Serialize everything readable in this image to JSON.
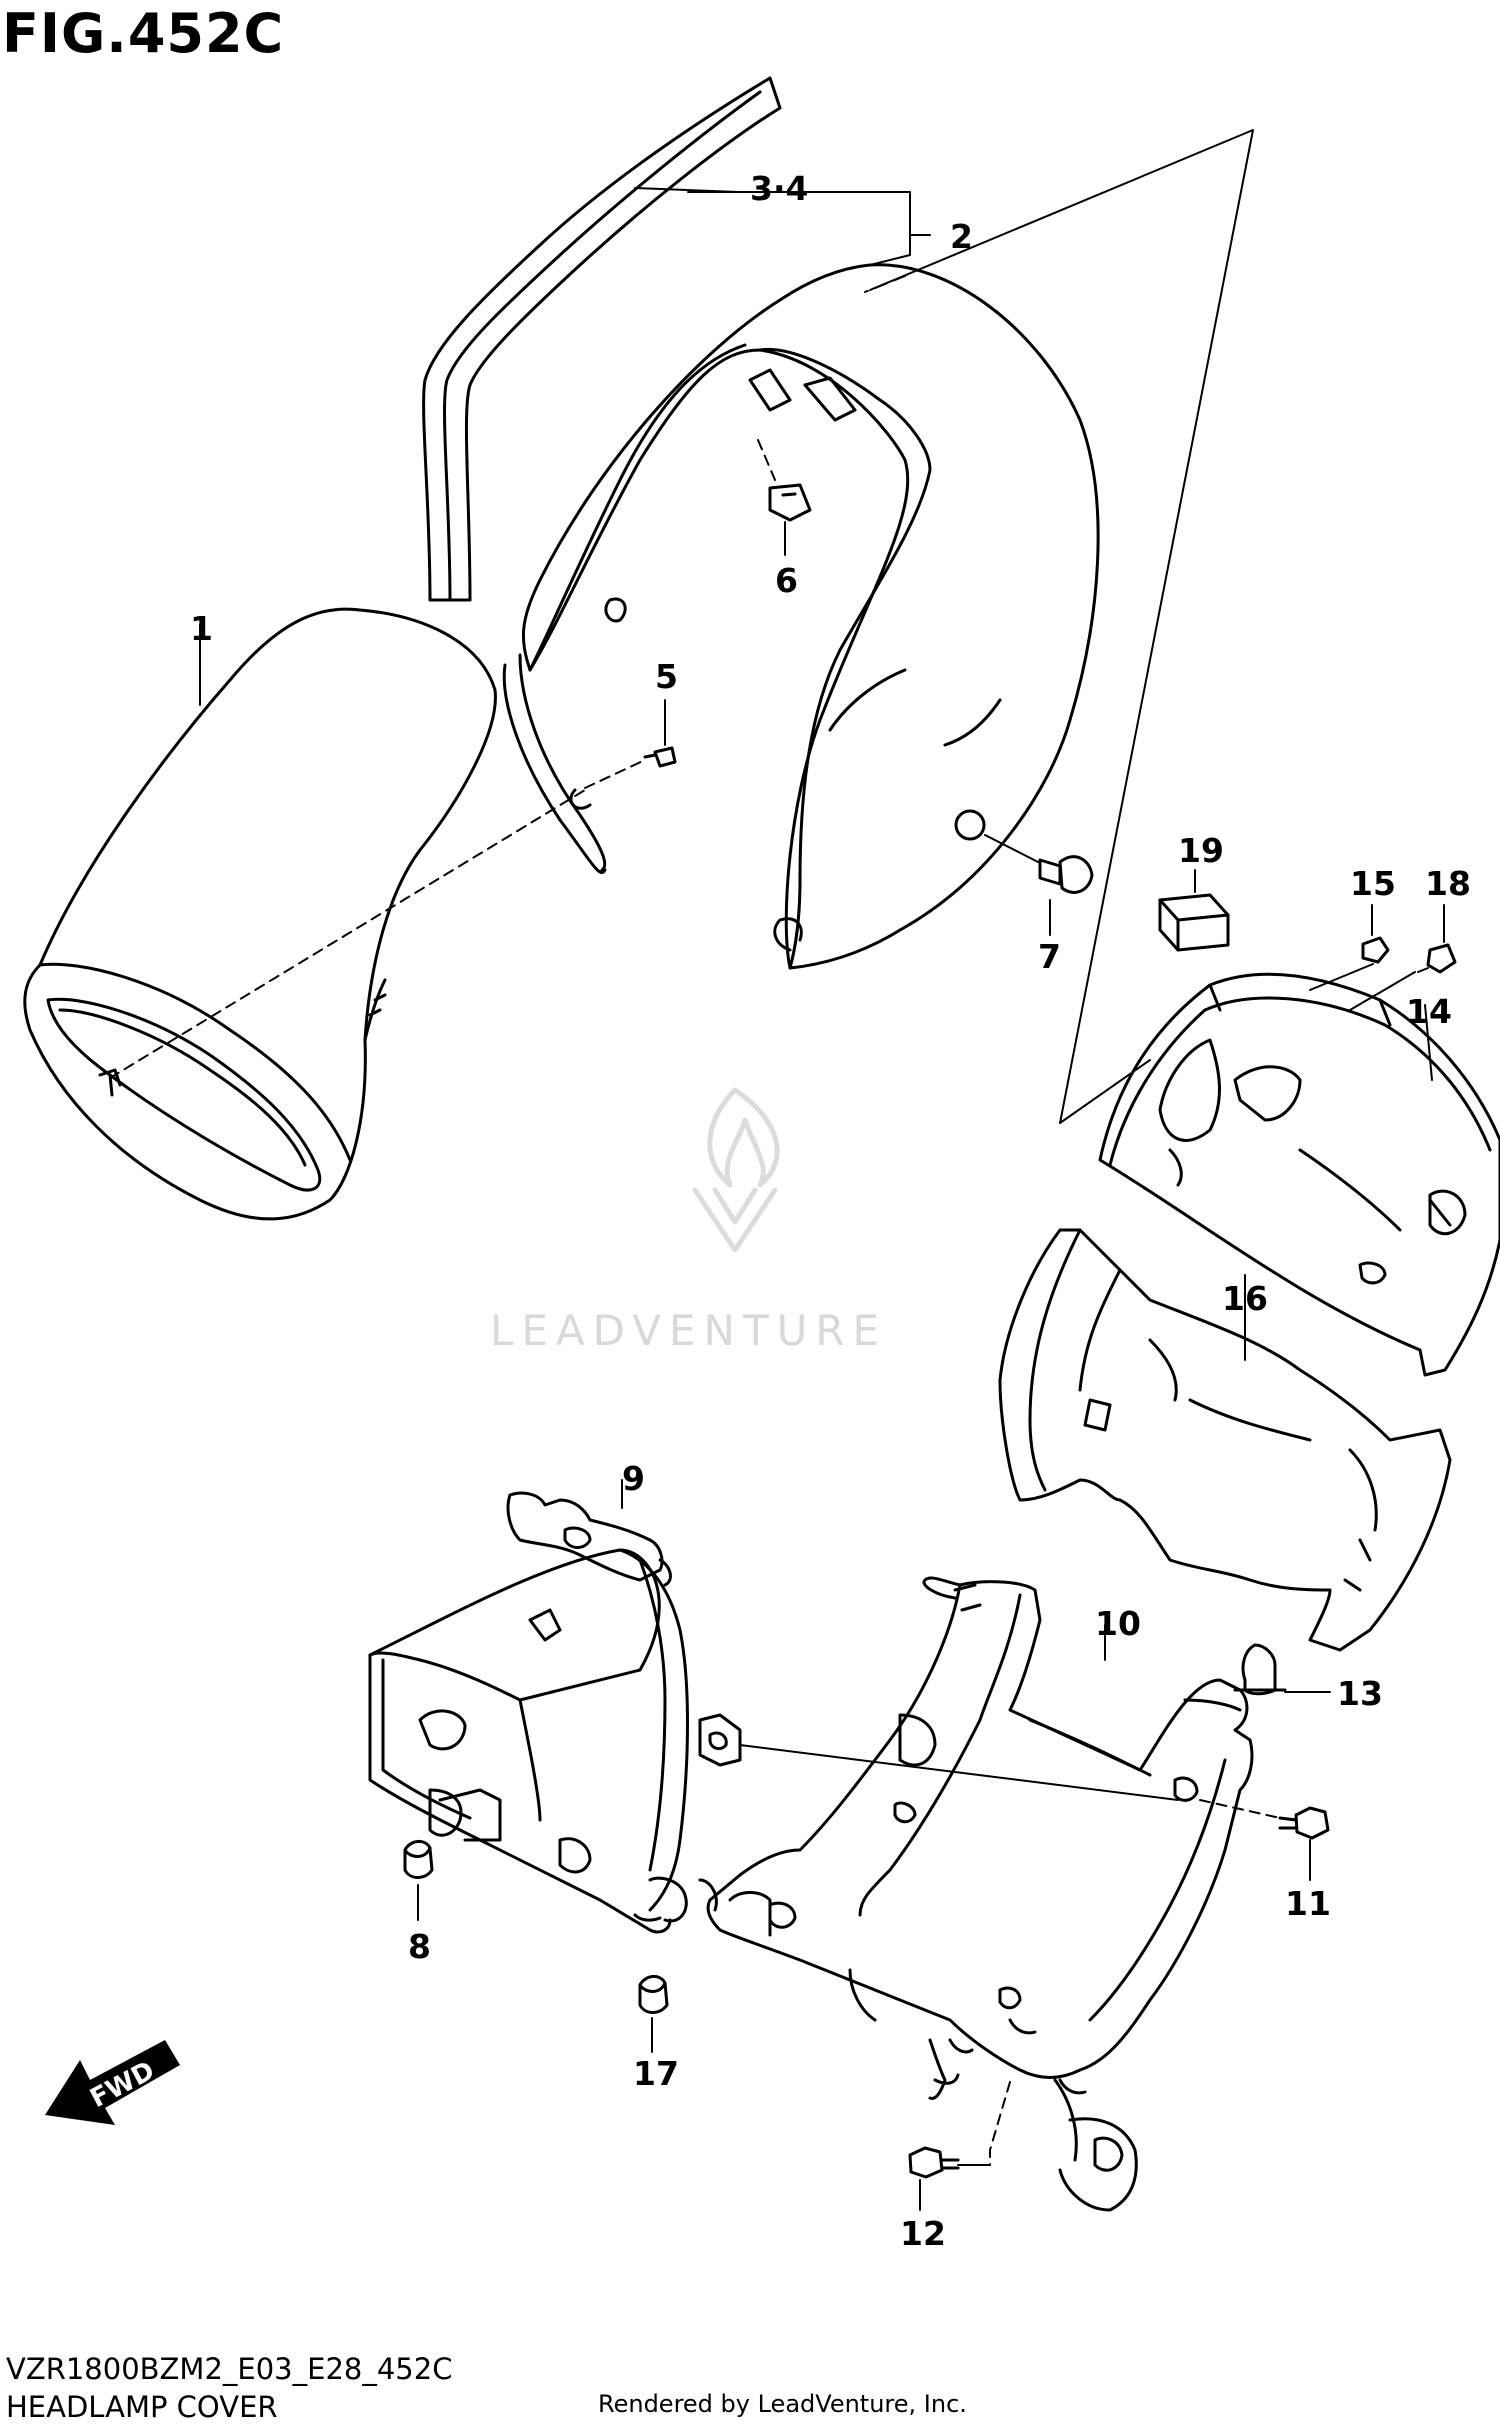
{
  "header": {
    "title": "FIG.452C"
  },
  "footer": {
    "model_code": "VZR1800BZM2_E03_E28_452C",
    "diagram_name": "HEADLAMP COVER",
    "rendered_by": "Rendered by LeadVenture, Inc."
  },
  "watermark": {
    "text": "LEADVENTURE"
  },
  "direction_arrow": {
    "label": "FWD"
  },
  "callouts": {
    "c1": "1",
    "c2": "2",
    "c34": "3·4",
    "c5": "5",
    "c6": "6",
    "c7": "7",
    "c8": "8",
    "c9": "9",
    "c10": "10",
    "c11": "11",
    "c12": "12",
    "c13": "13",
    "c14": "14",
    "c15": "15",
    "c16": "16",
    "c17": "17",
    "c18": "18",
    "c19": "19"
  }
}
